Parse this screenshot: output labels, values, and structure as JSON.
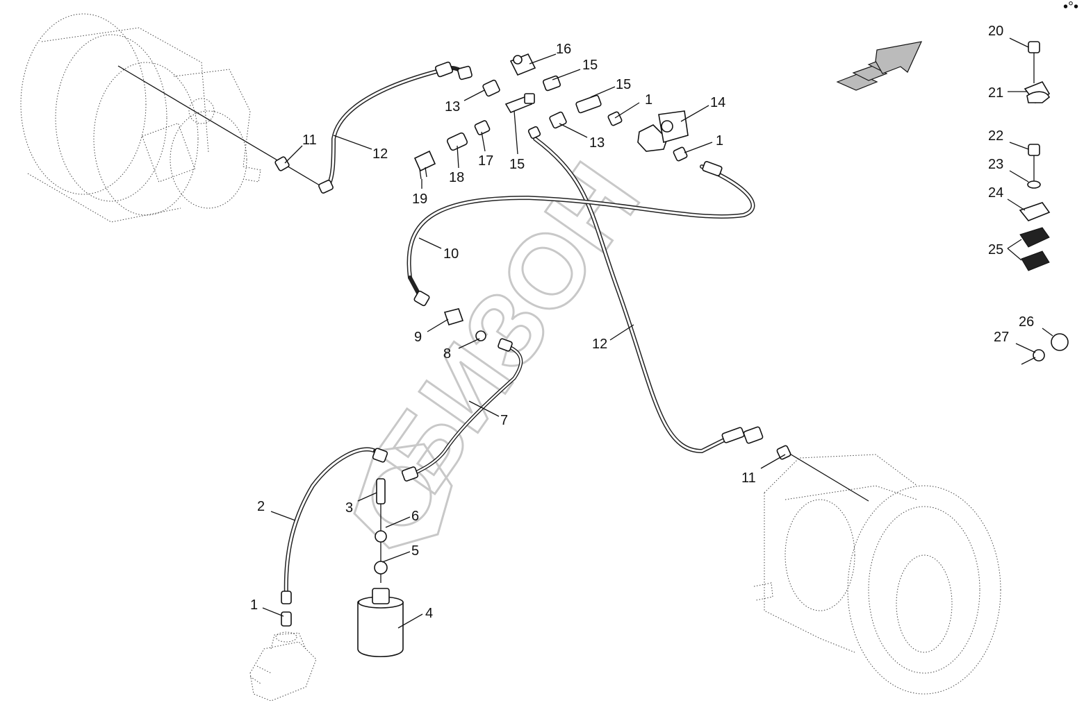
{
  "watermark": "БИЗОН",
  "callouts": [
    "1",
    "1",
    "1",
    "2",
    "3",
    "4",
    "5",
    "6",
    "7",
    "8",
    "9",
    "10",
    "11",
    "11",
    "12",
    "12",
    "13",
    "13",
    "14",
    "15",
    "15",
    "15",
    "16",
    "17",
    "18",
    "19",
    "20",
    "21",
    "22",
    "23",
    "24",
    "25",
    "26",
    "27"
  ],
  "icons": [
    "front-drive-motor-icon",
    "rear-drive-motor-icon",
    "valve-block-icon",
    "fluid-reservoir-icon",
    "direction-arrow-icon",
    "brake-valve-icon"
  ]
}
